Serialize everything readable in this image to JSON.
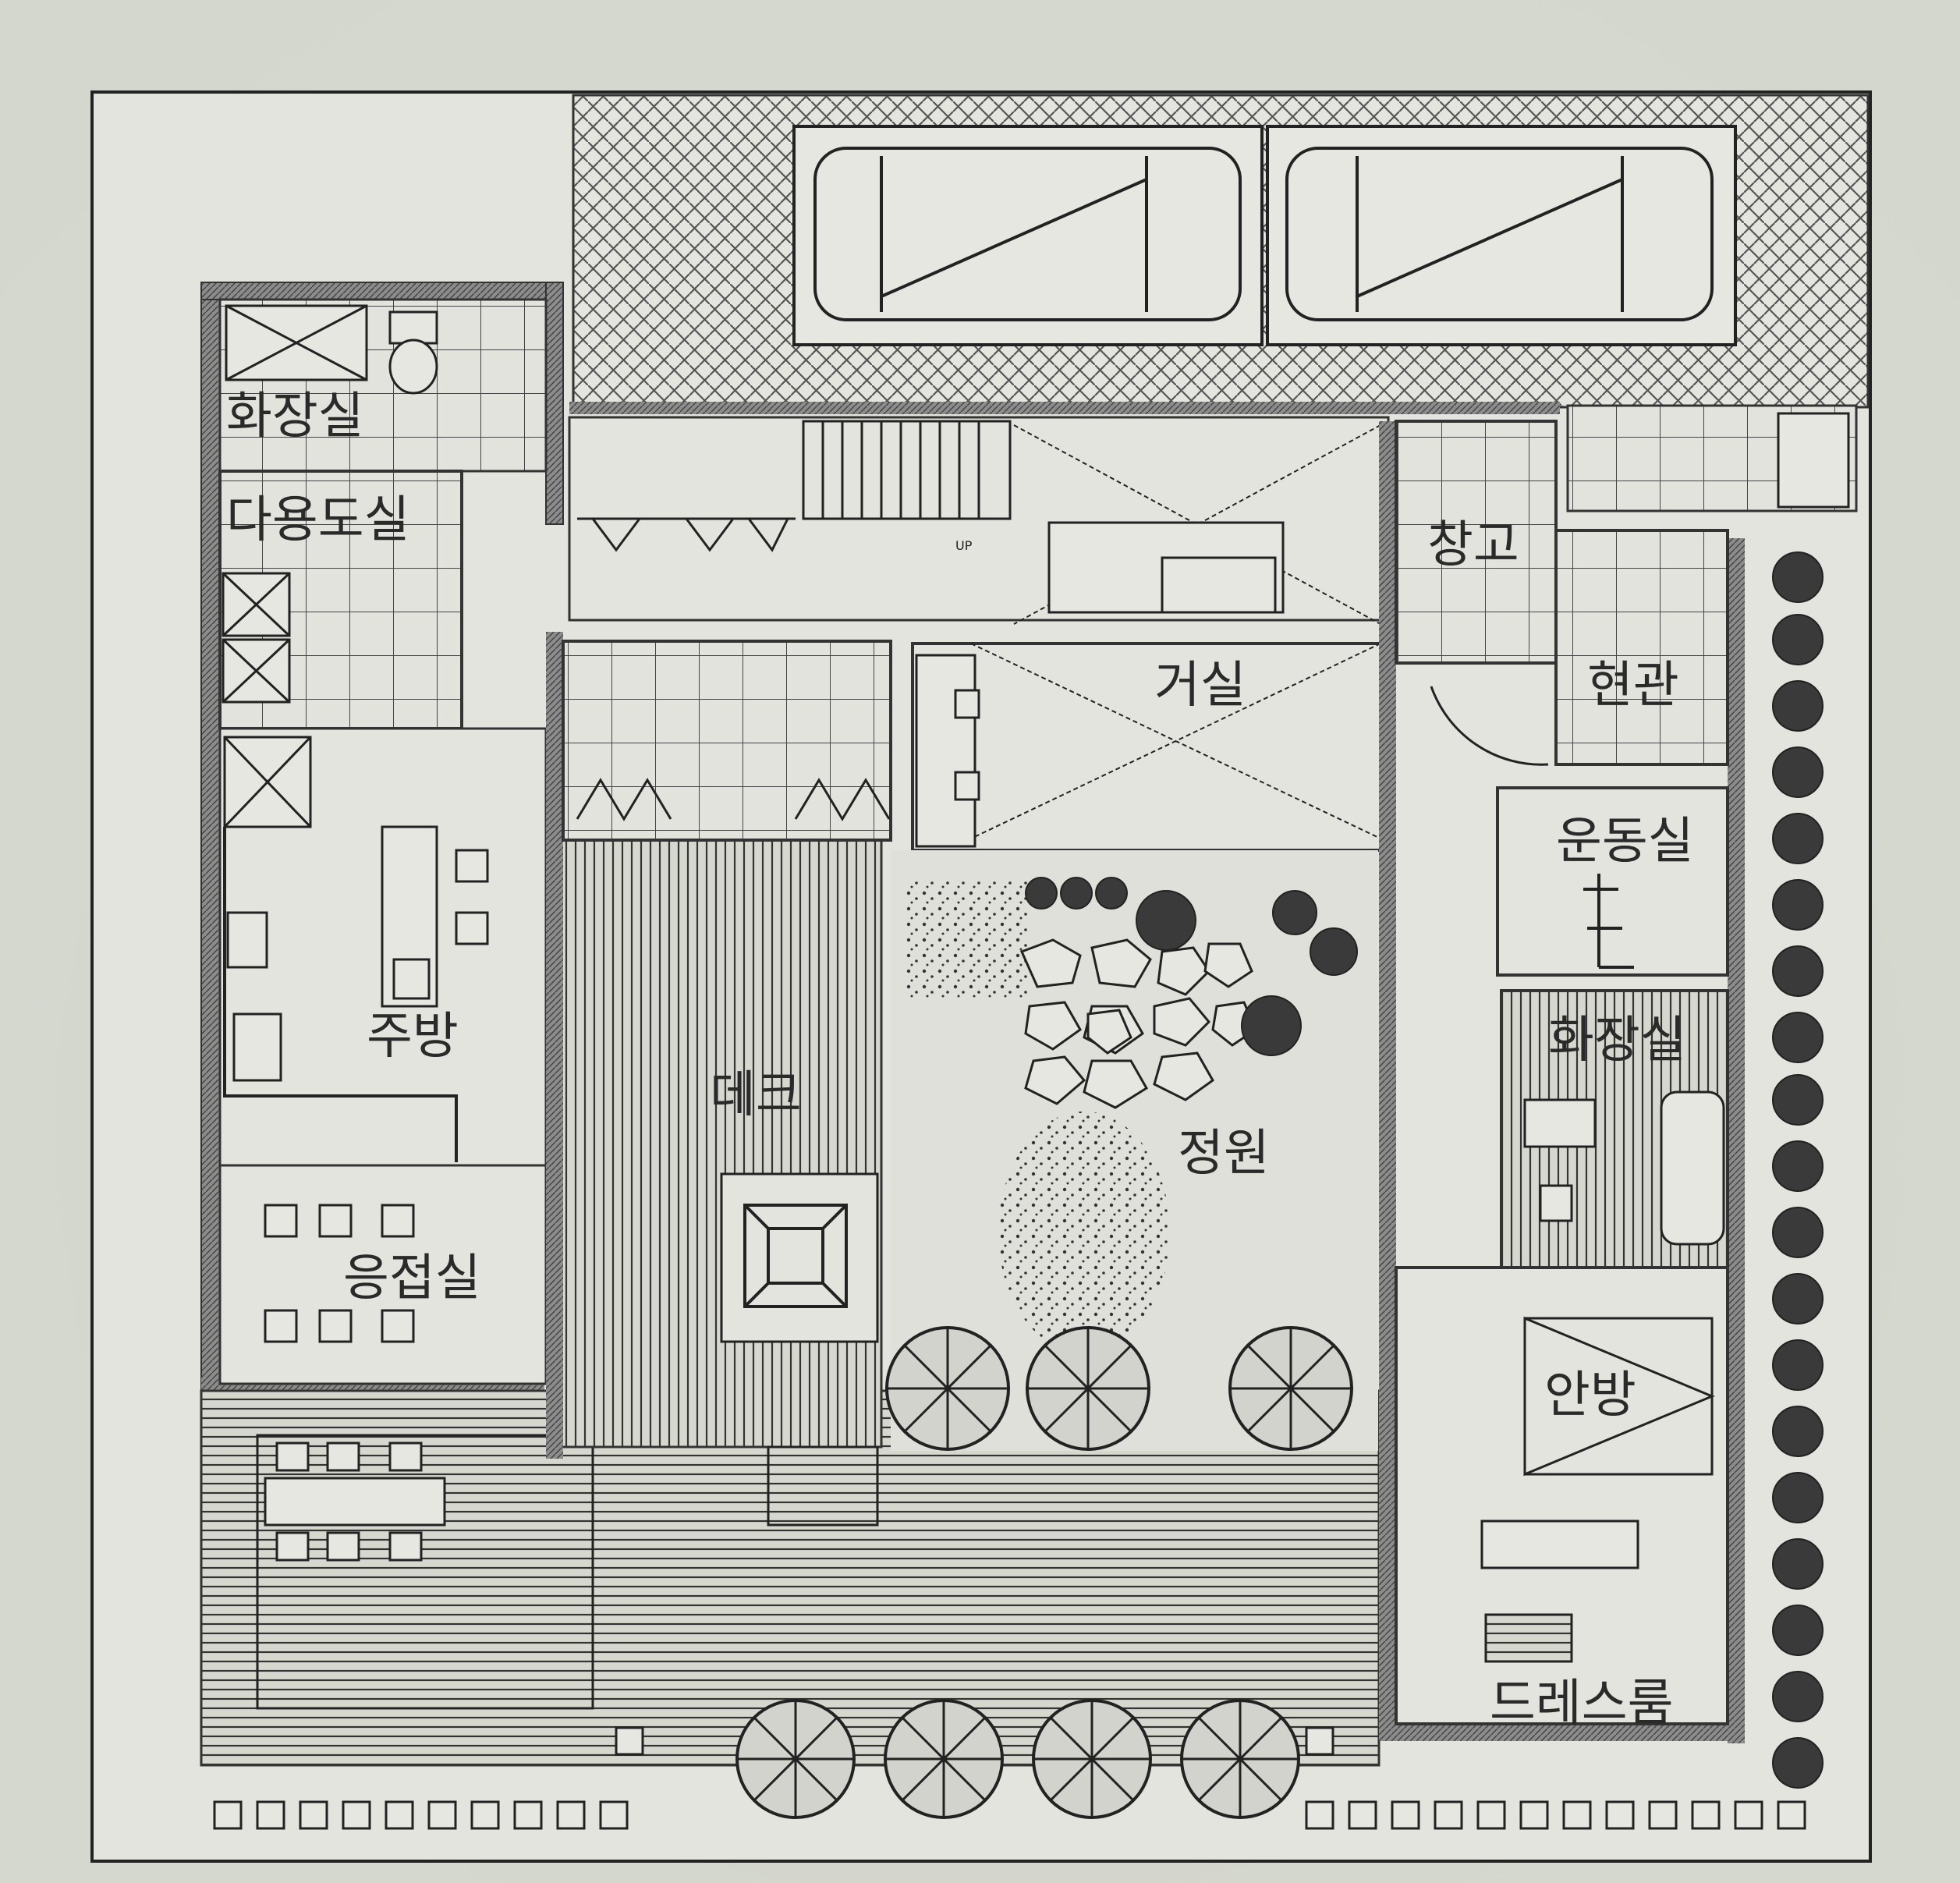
{
  "rooms": {
    "hwajangsil_1": "화장실",
    "dayongdosil": "다용도실",
    "jubang": "주방",
    "eungjeopsil": "응접실",
    "deck": "데크",
    "geosil": "거실",
    "jeongwon": "정원",
    "changgo": "창고",
    "hyeongwan": "현관",
    "undongsil": "운동실",
    "hwajangsil_2": "화장실",
    "anbang": "안방",
    "dressroom": "드레스룸"
  },
  "annotations": {
    "stair_up": "UP"
  },
  "colors": {
    "paper": "#d9dbd4",
    "line": "#2a2a2a",
    "wall": "#6b6b6b"
  }
}
